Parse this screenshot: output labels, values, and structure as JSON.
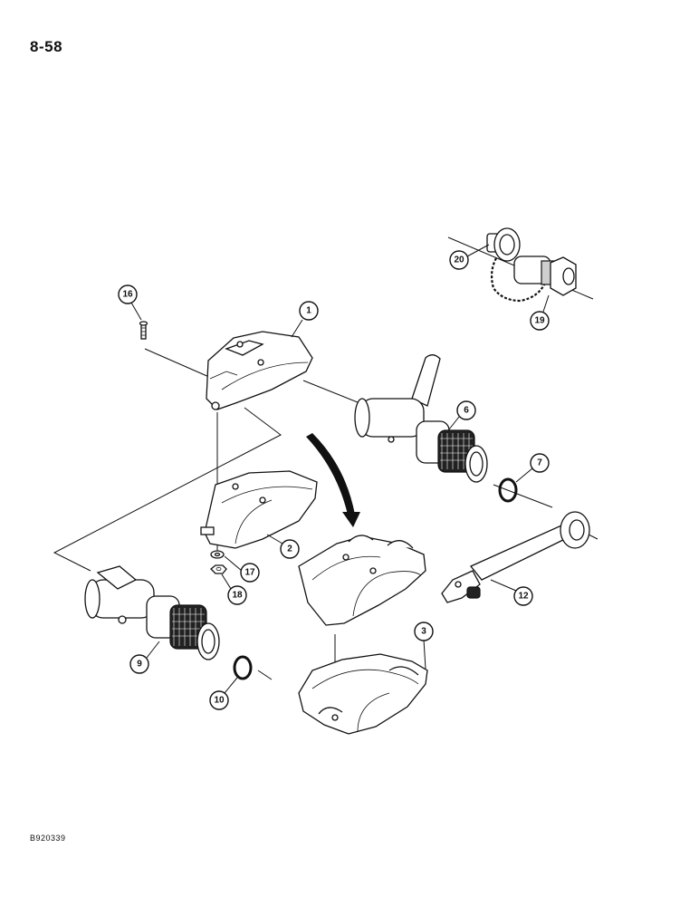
{
  "page": {
    "page_number": "8-58",
    "figure_code": "B920339"
  },
  "callouts": [
    {
      "id": "1",
      "part": "upper-clamp"
    },
    {
      "id": "2",
      "part": "lower-clamp"
    },
    {
      "id": "3",
      "part": "double-clamp"
    },
    {
      "id": "6",
      "part": "coupler-with-lever"
    },
    {
      "id": "7",
      "part": "o-ring"
    },
    {
      "id": "9",
      "part": "coupler"
    },
    {
      "id": "10",
      "part": "o-ring"
    },
    {
      "id": "12",
      "part": "lever-arm"
    },
    {
      "id": "16",
      "part": "screw"
    },
    {
      "id": "17",
      "part": "washer"
    },
    {
      "id": "18",
      "part": "nut"
    },
    {
      "id": "19",
      "part": "plug-fitting"
    },
    {
      "id": "20",
      "part": "dust-cap-with-chain"
    }
  ]
}
